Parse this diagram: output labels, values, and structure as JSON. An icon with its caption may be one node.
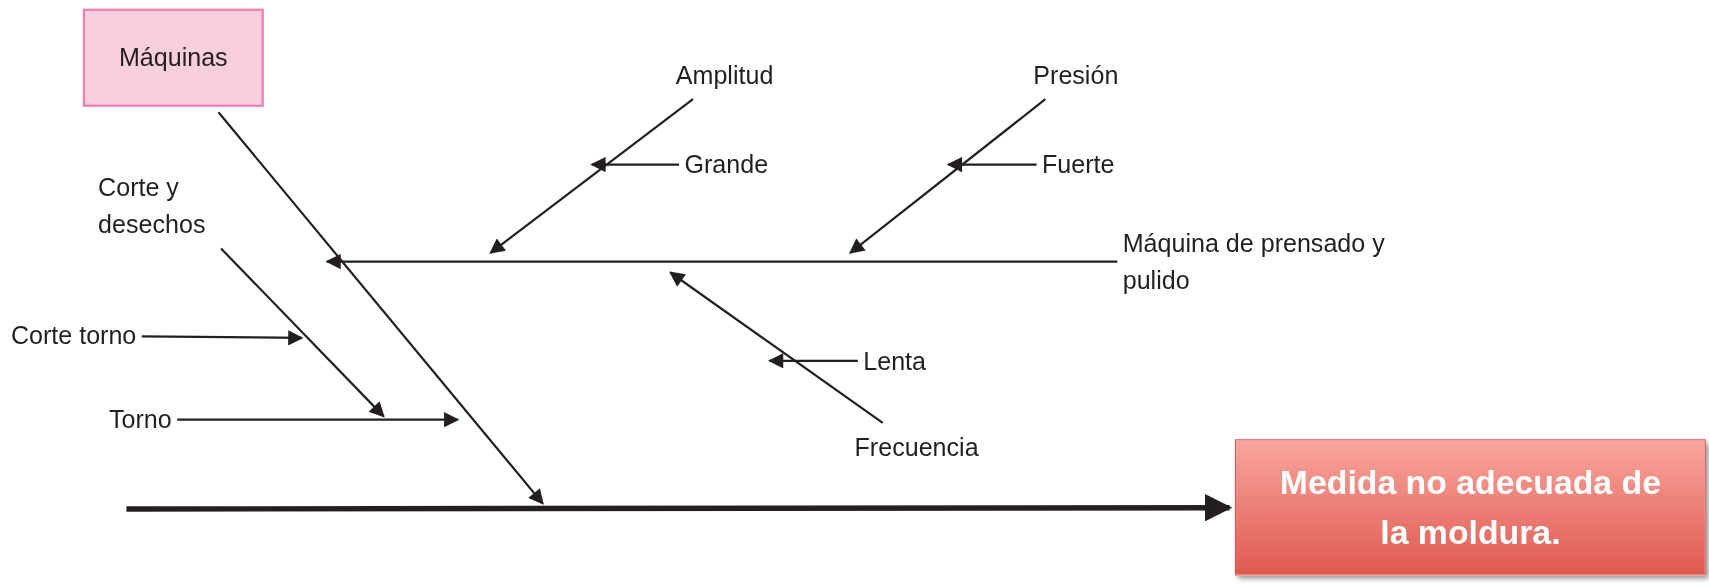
{
  "diagram": {
    "nodes": [
      {
        "text": [
          "Máquinas"
        ]
      },
      {
        "text": [
          "Amplitud"
        ]
      },
      {
        "text": [
          "Presión"
        ]
      },
      {
        "text": [
          "Grande"
        ]
      },
      {
        "text": [
          "Fuerte"
        ]
      },
      {
        "text": [
          "Corte y desechos"
        ]
      },
      {
        "text": [
          "Máquina de prensado y pulido"
        ]
      },
      {
        "text": [
          "Corte torno"
        ]
      },
      {
        "text": [
          "Lenta"
        ]
      },
      {
        "text": [
          "Torno"
        ]
      },
      {
        "text": [
          "Frecuencia"
        ]
      },
      {
        "text": [
          "Medida no adecuada de la moldura."
        ]
      }
    ],
    "edges": [
      {
        "from": 0,
        "to": null,
        "arrow": "to"
      },
      {
        "from": 1,
        "to": null,
        "arrow": "to"
      },
      {
        "from": 3,
        "to": null,
        "arrow": "to"
      },
      {
        "from": 2,
        "to": null,
        "arrow": "to"
      },
      {
        "from": 4,
        "to": null,
        "arrow": "to"
      },
      {
        "from": 6,
        "to": null,
        "arrow": "to"
      },
      {
        "from": 5,
        "to": null,
        "arrow": "to"
      },
      {
        "from": 7,
        "to": null,
        "arrow": "to"
      },
      {
        "from": 9,
        "to": null,
        "arrow": "to"
      },
      {
        "from": 8,
        "to": null,
        "arrow": "to"
      },
      {
        "from": 10,
        "to": null,
        "arrow": "to"
      },
      {
        "from": null,
        "to": 11,
        "arrow": "to",
        "style": "thick"
      }
    ]
  }
}
